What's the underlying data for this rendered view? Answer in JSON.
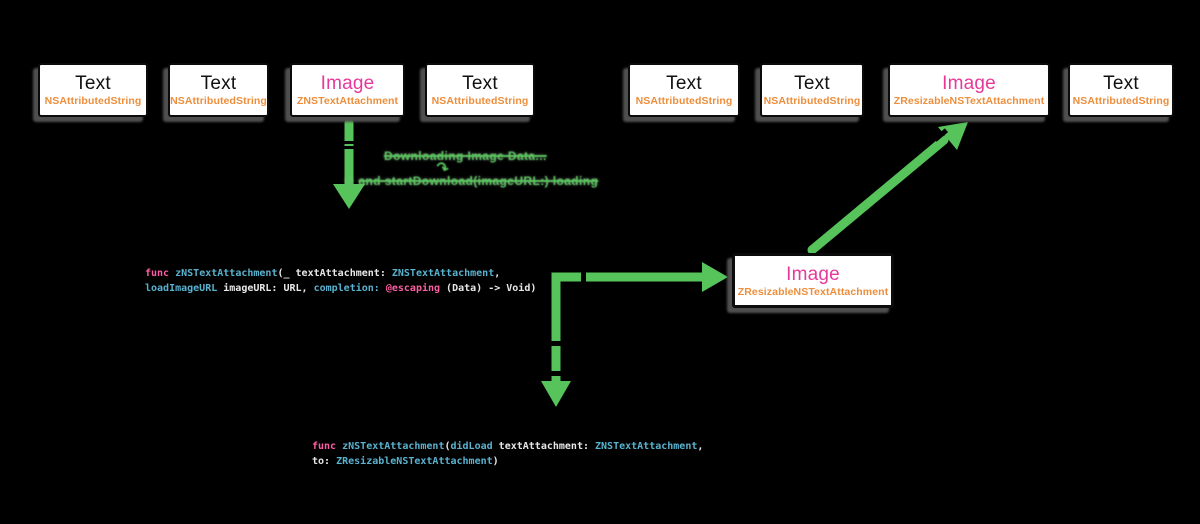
{
  "colors": {
    "bg": "#000000",
    "green": "#57C35B",
    "pink": "#E6399B",
    "orange": "#ED8E3C",
    "title": "#111111",
    "box_bg": "#FFFFFF",
    "box_border": "#0B0B0B",
    "box_shadow": "#4F4F4F",
    "code_keyword": "#FC5FA3",
    "code_type": "#59B2CF",
    "code_plain": "#E8E8EA"
  },
  "nodes": {
    "top_left": [
      {
        "title": "Text",
        "subtitle": "NSAttributedString"
      },
      {
        "title": "Text",
        "subtitle": "NSAttributedString"
      },
      {
        "title": "Image",
        "subtitle": "ZNSTextAttachment"
      },
      {
        "title": "Text",
        "subtitle": "NSAttributedString"
      }
    ],
    "top_right": [
      {
        "title": "Text",
        "subtitle": "NSAttributedString"
      },
      {
        "title": "Text",
        "subtitle": "NSAttributedString"
      },
      {
        "title": "Image",
        "subtitle": "ZResizableNSTextAttachment"
      },
      {
        "title": "Text",
        "subtitle": "NSAttributedString"
      }
    ],
    "center": {
      "title": "Image",
      "subtitle": "ZResizableNSTextAttachment"
    }
  },
  "annotations": {
    "line1": "Downloading Image Data...",
    "replace_arrow_icon": "↷",
    "line2_mark": "✳",
    "line2": "and startDownload(imageURL:) loading"
  },
  "code_blocks": {
    "dataSource": {
      "lines": [
        [
          {
            "t": "func ",
            "c": "keyword"
          },
          {
            "t": "zNSTextAttachment",
            "c": "type"
          },
          {
            "t": "(_ textAttachment: ",
            "c": "plain"
          },
          {
            "t": "ZNSTextAttachment",
            "c": "type"
          },
          {
            "t": ",",
            "c": "plain"
          }
        ],
        [
          {
            "t": "loadImageURL",
            "c": "type"
          },
          {
            "t": " imageURL: URL, ",
            "c": "plain"
          },
          {
            "t": "completion:",
            "c": "type"
          },
          {
            "t": " ",
            "c": "plain"
          },
          {
            "t": "@escaping",
            "c": "keyword"
          },
          {
            "t": " (Data) -> Void)",
            "c": "plain"
          }
        ]
      ]
    },
    "delegate": {
      "lines": [
        [
          {
            "t": "func ",
            "c": "keyword"
          },
          {
            "t": "zNSTextAttachment",
            "c": "type"
          },
          {
            "t": "(",
            "c": "plain"
          },
          {
            "t": "didLoad",
            "c": "type"
          },
          {
            "t": " textAttachment: ",
            "c": "plain"
          },
          {
            "t": "ZNSTextAttachment",
            "c": "type"
          },
          {
            "t": ",",
            "c": "plain"
          }
        ],
        [
          {
            "t": "to: ",
            "c": "plain"
          },
          {
            "t": "ZResizableNSTextAttachment",
            "c": "type"
          },
          {
            "t": ")",
            "c": "plain"
          }
        ]
      ]
    }
  }
}
